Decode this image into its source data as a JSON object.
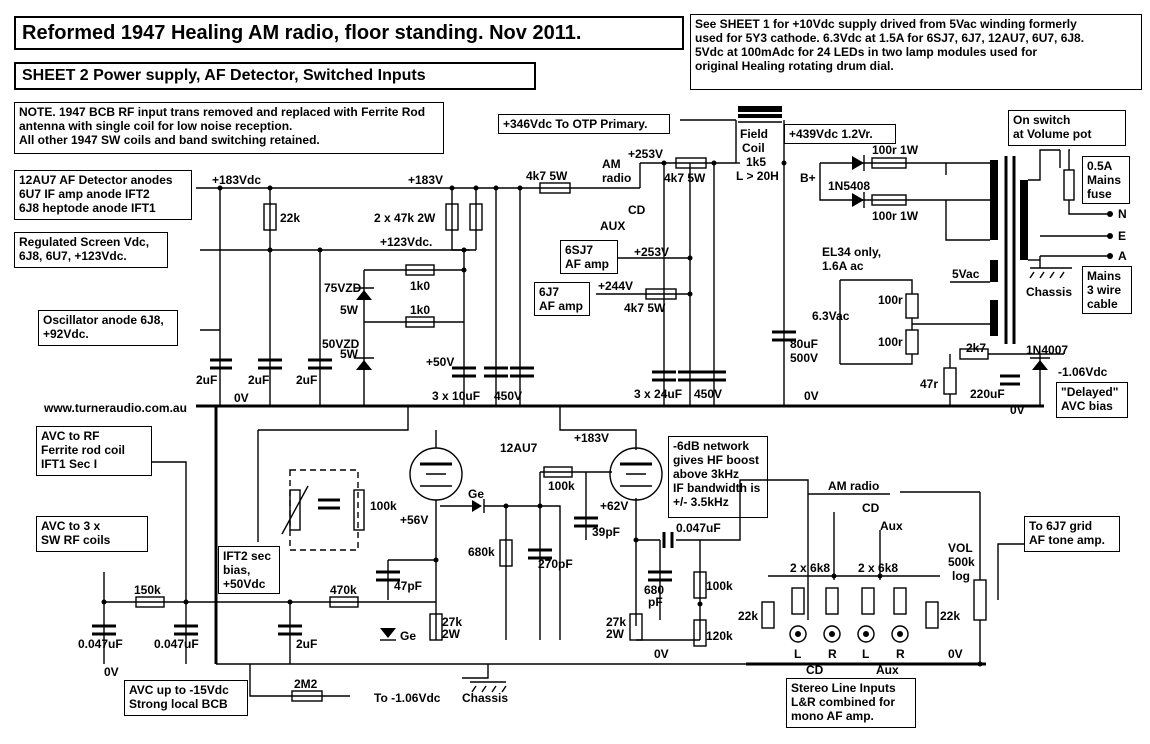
{
  "title": "Reformed 1947 Healing AM radio, floor standing. Nov 2011.",
  "subtitle": "SHEET 2  Power supply, AF Detector, Switched Inputs",
  "notes": {
    "sheet1": "See SHEET 1 for +10Vdc supply drived from 5Vac winding formerly\nused for 5Y3 cathode. 6.3Vdc at 1.5A for 6SJ7, 6J7, 12AU7, 6U7, 6J8.\n5Vdc at 100mAdc for 24 LEDs in two lamp modules used for\noriginal Healing rotating drum dial.",
    "ferrite": "NOTE. 1947 BCB RF input trans removed and replaced with Ferrite Rod\nantenna with single coil for low noise reception.\nAll other 1947 SW coils and band switching retained.",
    "anodes": "12AU7 AF Detector anodes\n6U7 IF amp anode IFT2\n6J8 heptode anode IFT1",
    "screen": "Regulated Screen Vdc,\n6J8, 6U7, +123Vdc.",
    "osc": "Oscillator anode 6J8,\n+92Vdc.",
    "otp": "+346Vdc  To OTP Primary.",
    "b439": "+439Vdc 1.2Vr.",
    "onswitch": "On switch\nat Volume pot",
    "fuse": "0.5A\nMains\nfuse",
    "mains": "Mains\n3 wire\ncable",
    "delayed": "\"Delayed\"\nAVC bias",
    "avc_rf": "AVC to RF\nFerrite rod coil\nIFT1 Sec I",
    "avc_sw": "AVC to 3 x\nSW RF coils",
    "ift2": "IFT2 sec\nbias,\n+50Vdc",
    "avc_strong": "AVC up to -15Vdc\nStrong local BCB",
    "hfboost": "-6dB network\ngives HF boost\nabove 3kHz\nIF bandwidth is\n+/- 3.5kHz",
    "tone": "To 6J7 grid\nAF tone amp.",
    "stereo": "Stereo Line Inputs\nL&R combined for\nmono AF amp.",
    "sj7": "6SJ7\nAF amp",
    "j7": "6J7\nAF amp"
  },
  "labels": {
    "website": "www.turneraudio.com.au",
    "v183a": "+183Vdc",
    "v183b": "+183V",
    "v123": "+123Vdc.",
    "r22k": "22k",
    "r2x47": "2 x 47k 2W",
    "zd75": "75VZD",
    "zd75w": "5W",
    "zd50": "50VZD",
    "zd50w": "5W",
    "r1k0a": "1k0",
    "r1k0b": "1k0",
    "c2uf1": "2uF",
    "c2uf2": "2uF",
    "c2uf3": "2uF",
    "v0a": "0V",
    "v50": "+50V",
    "c3x10": "3 x 10uF",
    "v450a": "450V",
    "r4k7a": "4k7 5W",
    "amradio": "AM\nradio",
    "v253a": "+253V",
    "r4k7b": "4k7 5W",
    "cd1": "CD",
    "aux1": "AUX",
    "v253b": "+253V",
    "v244": "+244V",
    "r4k7c": "4k7 5W",
    "c3x24": "3 x 24uF",
    "v450b": "450V",
    "fieldcoil": "Field\nCoil\n1k5\nL > 20H",
    "bplus": "B+",
    "c80": "80uF\n500V",
    "v0b": "0V",
    "d1n5408": "1N5408",
    "r100r1wa": "100r 1W",
    "r100r1wb": "100r 1W",
    "el34": "EL34 only,\n1.6A ac",
    "v63": "6.3Vac",
    "r100ra": "100r",
    "r100rb": "100r",
    "v5ac": "5Vac",
    "chassis1": "Chassis",
    "n": "N",
    "e": "E",
    "a": "A",
    "r2k7": "2k7",
    "d1n4007": "1N4007",
    "v106": "-1.06Vdc",
    "r47r": "47r",
    "c220": "220uF",
    "v0c": "0V",
    "tube": "12AU7",
    "v183c": "+183V",
    "ge1": "Ge",
    "r100ka": "100k",
    "v56": "+56V",
    "r100kb": "100k",
    "v62": "+62V",
    "r680k": "680k",
    "c270": "270pF",
    "c39": "39pF",
    "c047a": "0.047uF",
    "c680": "680\npF",
    "r100kc": "100k",
    "c47pf": "47pF",
    "ge2": "Ge",
    "r27ka": "27k\n2W",
    "r27kb": "27k\n2W",
    "r120k": "120k",
    "v0d": "0V",
    "r150k": "150k",
    "r470k": "470k",
    "c047b": "0.047uF",
    "c047c": "0.047uF",
    "c2uf4": "2uF",
    "v0e": "0V",
    "r2m2": "2M2",
    "to106": "To -1.06Vdc",
    "chassis2": "Chassis",
    "amradio2": "AM radio",
    "cd2": "CD",
    "aux2": "Aux",
    "r2x6k8a": "2 x 6k8",
    "r2x6k8b": "2 x 6k8",
    "r22ka": "22k",
    "r22kb": "22k",
    "l1": "L",
    "rr1": "R",
    "l2": "L",
    "rr2": "R",
    "cd3": "CD",
    "aux3": "Aux",
    "vol": "VOL\n500k\nlog",
    "v0f": "0V"
  }
}
